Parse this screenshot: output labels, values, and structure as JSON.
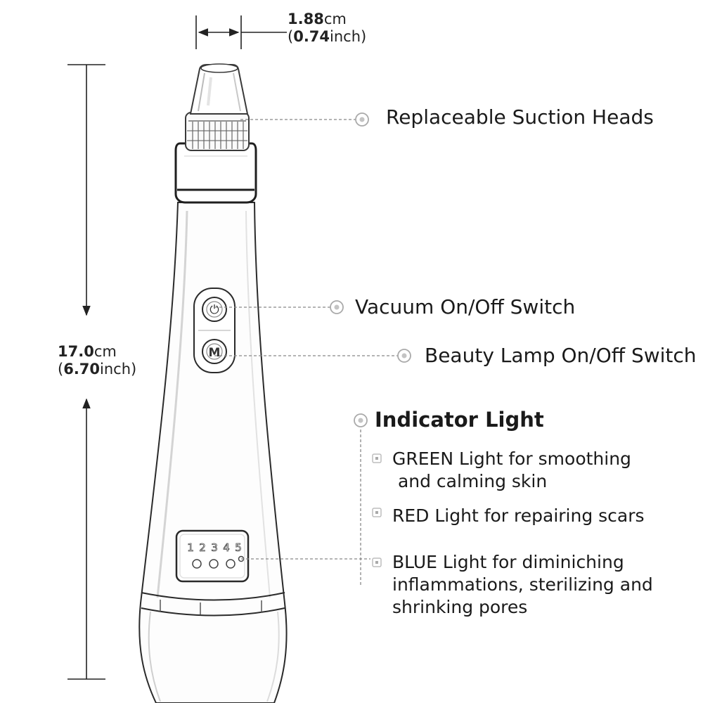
{
  "width_dim": {
    "value": "1.88",
    "unit": "cm",
    "value_in": "0.74",
    "unit_in": "inch"
  },
  "height_dim": {
    "value": "17.0",
    "unit": "cm",
    "value_in": "6.70",
    "unit_in": "inch"
  },
  "callouts": {
    "suction_heads": "Replaceable Suction Heads",
    "vacuum_switch": "Vacuum On/Off Switch",
    "lamp_switch": "Beauty Lamp On/Off Switch"
  },
  "indicator": {
    "title": "Indicator Light",
    "items": [
      {
        "line1": "GREEN Light for smoothing",
        "line2": " and calming skin"
      },
      {
        "line1": "RED Light for repairing scars"
      },
      {
        "line1": "BLUE Light for diminiching",
        "line2": "inflammations, sterilizing and",
        "line3": "shrinking pores"
      }
    ]
  },
  "device": {
    "panel_numbers": [
      "1",
      "2",
      "3",
      "4",
      "5"
    ],
    "vacuum_button_glyph": "⏻",
    "mode_button_glyph": "M"
  }
}
